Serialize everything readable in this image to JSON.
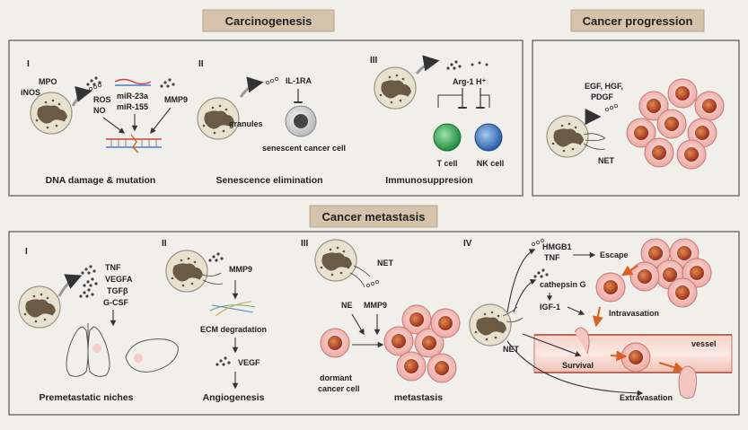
{
  "headers": {
    "carcinogenesis": "Carcinogenesis",
    "progression": "Cancer progression",
    "metastasis": "Cancer metastasis"
  },
  "carcinogenesis": {
    "p1": {
      "numeral": "I",
      "mpo": "MPO",
      "inos": "iNOS",
      "ros": "ROS",
      "no": "NO",
      "mir23": "miR-23a",
      "mir155": "miR-155",
      "mmp9": "MMP9",
      "caption": "DNA damage & mutation"
    },
    "p2": {
      "numeral": "II",
      "il1ra": "IL-1RA",
      "granules": "granules",
      "senescent": "senescent cancer cell",
      "caption": "Senescence elimination"
    },
    "p3": {
      "numeral": "III",
      "arg1": "Arg-1",
      "h": "H⁺",
      "tcell": "T cell",
      "nkcell": "NK cell",
      "caption": "Immunosuppresion"
    }
  },
  "progression": {
    "egf": "EGF, HGF,",
    "pdgf": "PDGF",
    "net": "NET"
  },
  "metastasis": {
    "p1": {
      "numeral": "I",
      "tnf": "TNF",
      "vegfa": "VEGFA",
      "tgfb": "TGFβ",
      "gcsf": "G-CSF",
      "caption": "Premetastatic niches"
    },
    "p2": {
      "numeral": "II",
      "mmp9": "MMP9",
      "ecm": "ECM degradation",
      "vegf": "VEGF",
      "caption": "Angiogenesis"
    },
    "p3": {
      "numeral": "III",
      "net": "NET",
      "ne": "NE",
      "mmp9": "MMP9",
      "dormant1": "dormant",
      "dormant2": "cancer cell",
      "caption": "metastasis"
    },
    "p4": {
      "numeral": "IV",
      "hmgb1": "HMGB1",
      "tnf": "TNF",
      "escape": "Escape",
      "cathepsin": "cathepsin G",
      "igf1": "IGF-1",
      "intravasation": "Intravasation",
      "net": "NET",
      "vessel": "vessel",
      "survival": "Survival",
      "extravasation": "Extravasation"
    }
  },
  "colors": {
    "background": "#f1efea",
    "header_fill": "#d6c3ab",
    "neutrophil": "#e8e1cf",
    "nucleus": "#6b5a44",
    "tumor_fill": "#f4c6c2",
    "tumor_core": "#b4452a",
    "tcell": "#3aa657",
    "nkcell": "#3e78c0",
    "arrow_orange": "#d9601f",
    "vessel": "#e9b0a6"
  }
}
